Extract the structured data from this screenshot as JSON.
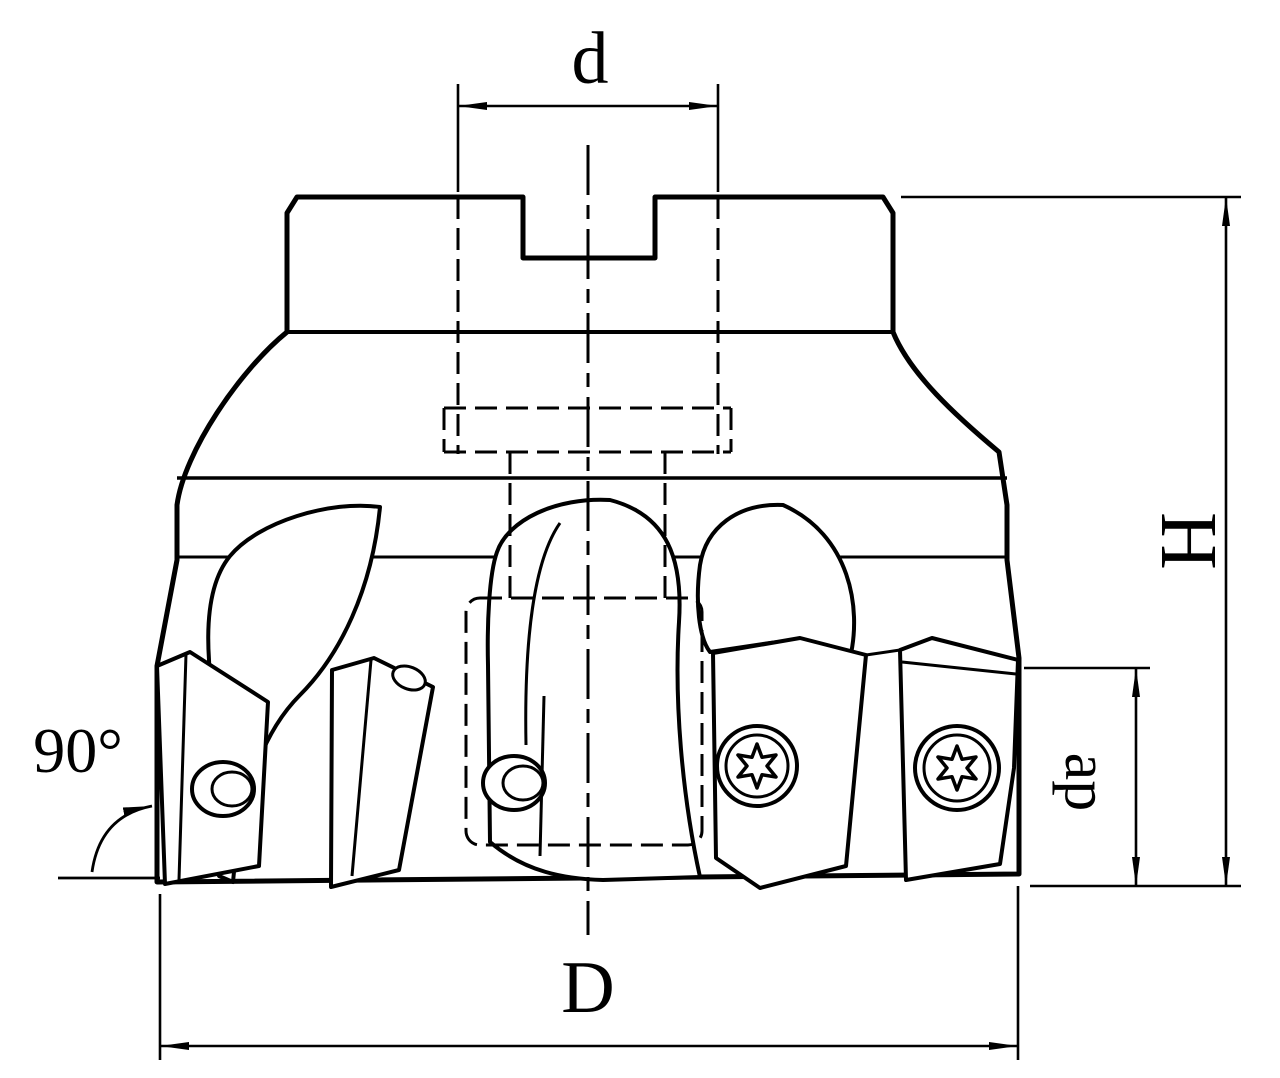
{
  "diagram": {
    "type": "technical-drawing",
    "subject": "90-degree square shoulder face milling cutter, front view with indexable inserts",
    "colors": {
      "line": "#000000",
      "background": "#ffffff"
    },
    "dimensions": {
      "bore_diameter_label": "d",
      "height_label": "H",
      "depth_of_cut_label": "ap",
      "cutter_diameter_label": "D",
      "entering_angle_label": "90°"
    }
  }
}
